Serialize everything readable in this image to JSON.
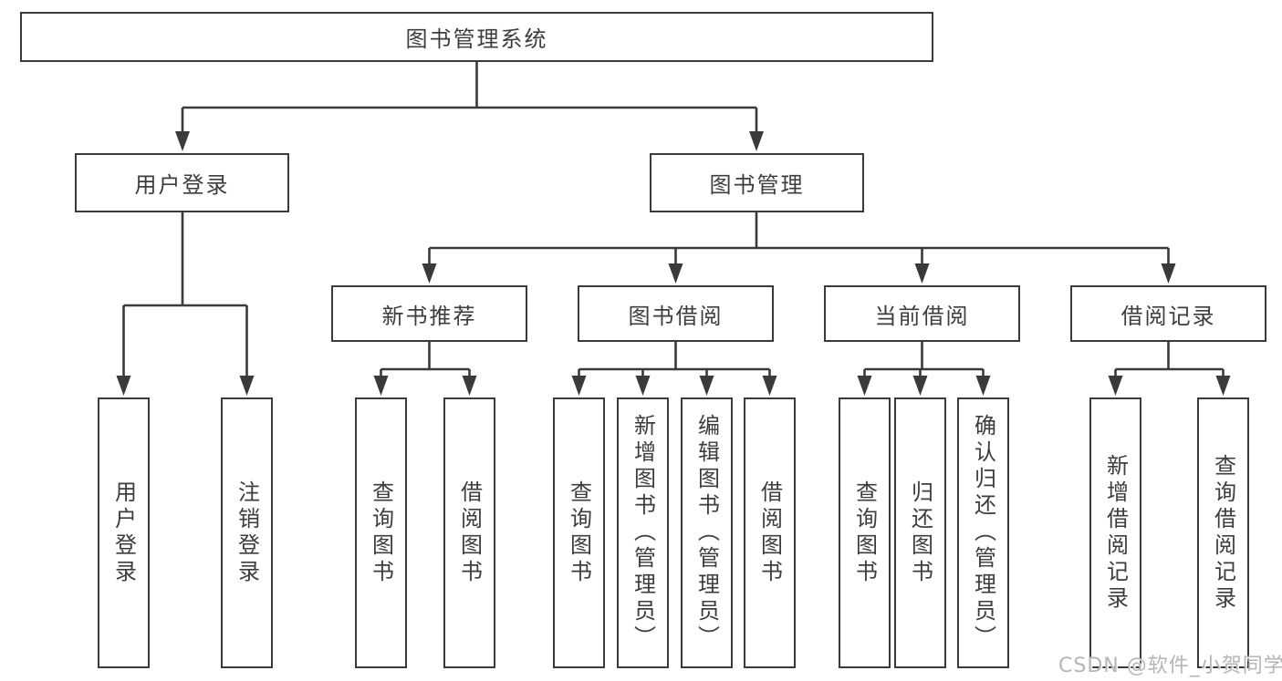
{
  "diagram": {
    "root": "图书管理系统",
    "user_login": {
      "label": "用户登录",
      "children": [
        "用户登录",
        "注销登录"
      ]
    },
    "book_management": {
      "label": "图书管理",
      "sections": [
        {
          "label": "新书推荐",
          "children": [
            "查询图书",
            "借阅图书"
          ]
        },
        {
          "label": "图书借阅",
          "children": [
            "查询图书",
            "新增图书（管理员）",
            "编辑图书（管理员）",
            "借阅图书"
          ]
        },
        {
          "label": "当前借阅",
          "children": [
            "查询图书",
            "归还图书",
            "确认归还（管理员）"
          ]
        },
        {
          "label": "借阅记录",
          "children": [
            "新增借阅记录",
            "查询借阅记录"
          ]
        }
      ]
    }
  },
  "colors": {
    "line": "#3a3a3a",
    "text": "#3d3d3d",
    "watermark": "#b5b5b5",
    "background": "#ffffff"
  },
  "watermark": "CSDN @软件_小贺同学"
}
